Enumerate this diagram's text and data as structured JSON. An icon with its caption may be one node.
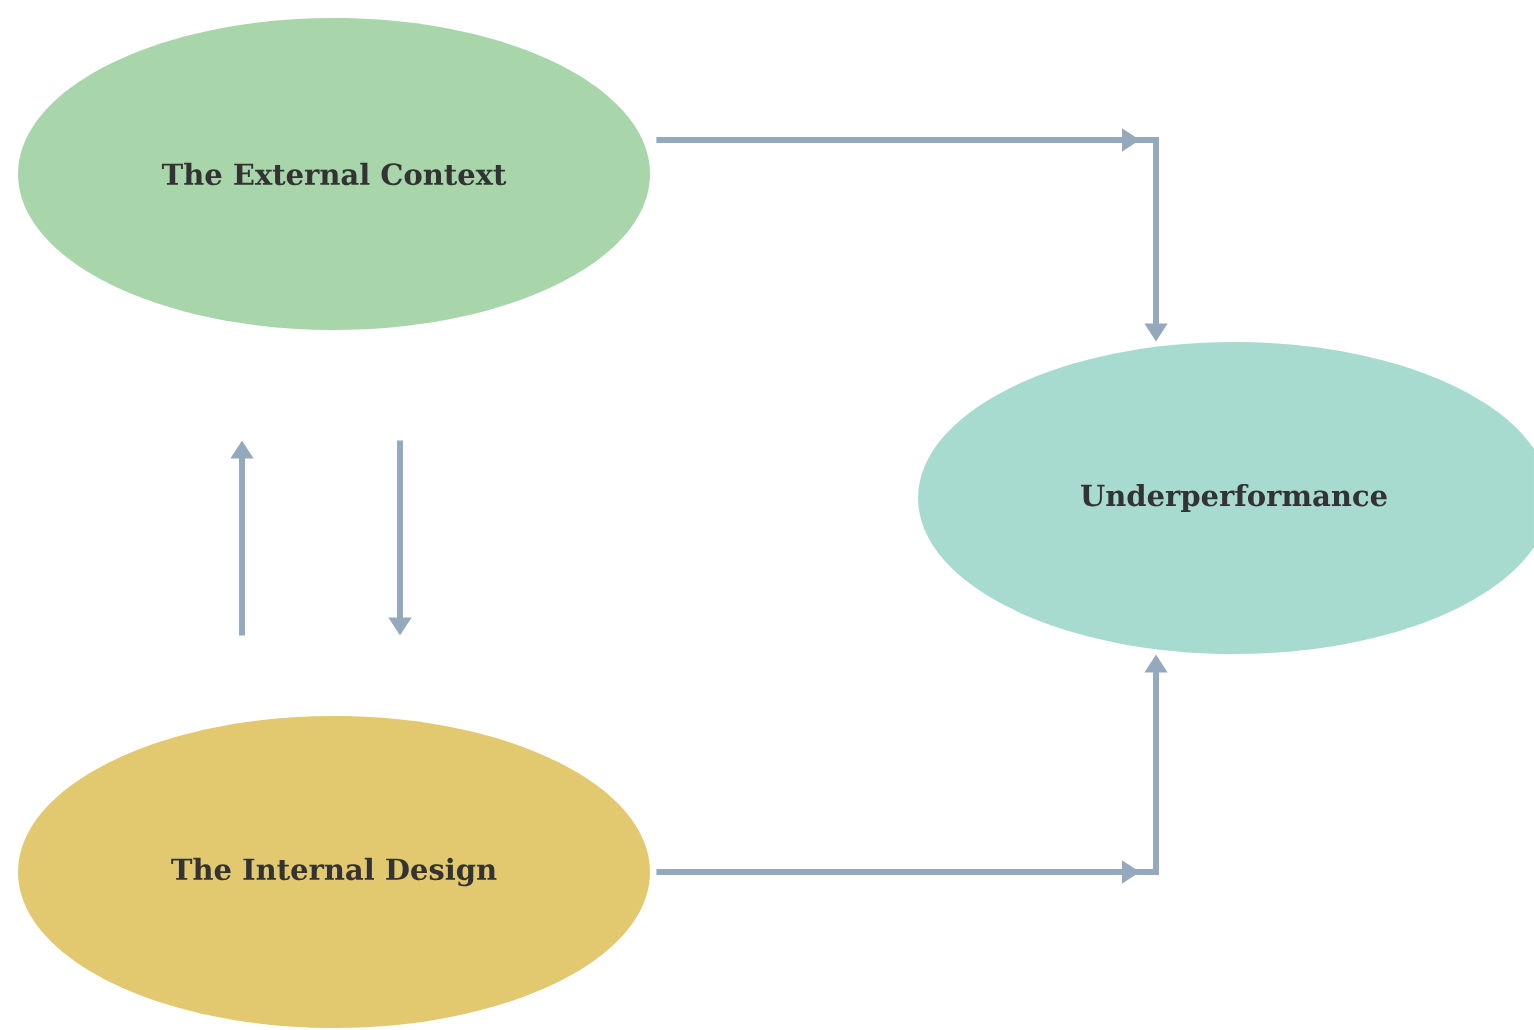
{
  "diagram": {
    "nodes": [
      {
        "text": [
          "The External Context"
        ]
      },
      {
        "text": [
          "Underperformance"
        ]
      },
      {
        "text": [
          "The Internal Design"
        ]
      }
    ],
    "edges": [
      {
        "from": 0,
        "to": 1,
        "arrow": "to"
      },
      {
        "from": 2,
        "to": 1,
        "arrow": "to"
      },
      {
        "from": 2,
        "to": 0,
        "arrow": "to"
      },
      {
        "from": 0,
        "to": 2,
        "arrow": "to"
      }
    ]
  }
}
